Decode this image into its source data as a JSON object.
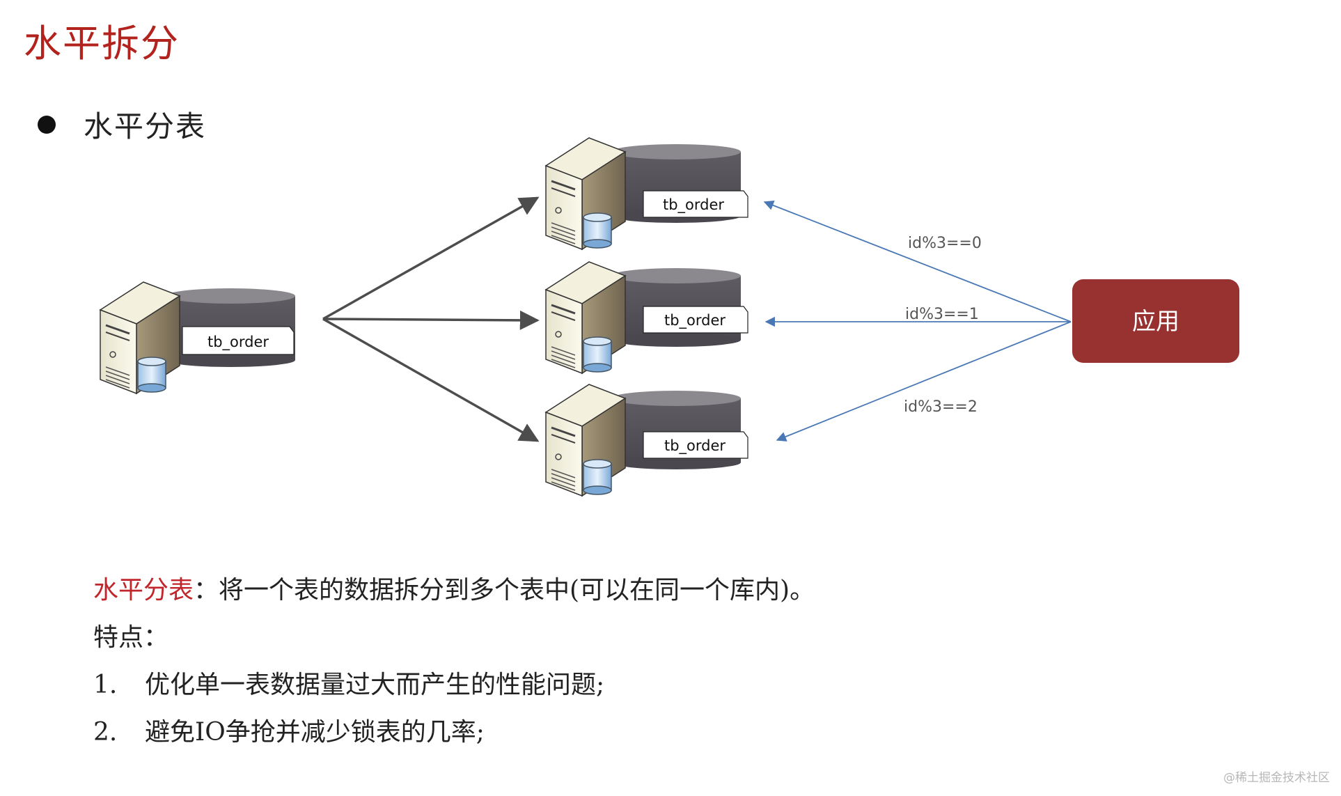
{
  "title": "水平拆分",
  "bullet": "水平分表",
  "diagram": {
    "source_table": "tb_order",
    "shard_tables": [
      "tb_order",
      "tb_order",
      "tb_order"
    ],
    "conditions": [
      "id%3==0",
      "id%3==1",
      "id%3==2"
    ],
    "app_label": "应用",
    "colors": {
      "app": "#983231",
      "route_arrow": "#4a78b5",
      "split_arrow": "#4d4d4d"
    }
  },
  "description": {
    "term": "水平分表",
    "definition": "：将一个表的数据拆分到多个表中(可以在同一个库内)。",
    "features_label": "特点：",
    "features": [
      {
        "num": "1.",
        "text": "优化单一表数据量过大而产生的性能问题;"
      },
      {
        "num": "2.",
        "text": "避免IO争抢并减少锁表的几率;"
      }
    ]
  },
  "watermark": "@稀土掘金技术社区"
}
